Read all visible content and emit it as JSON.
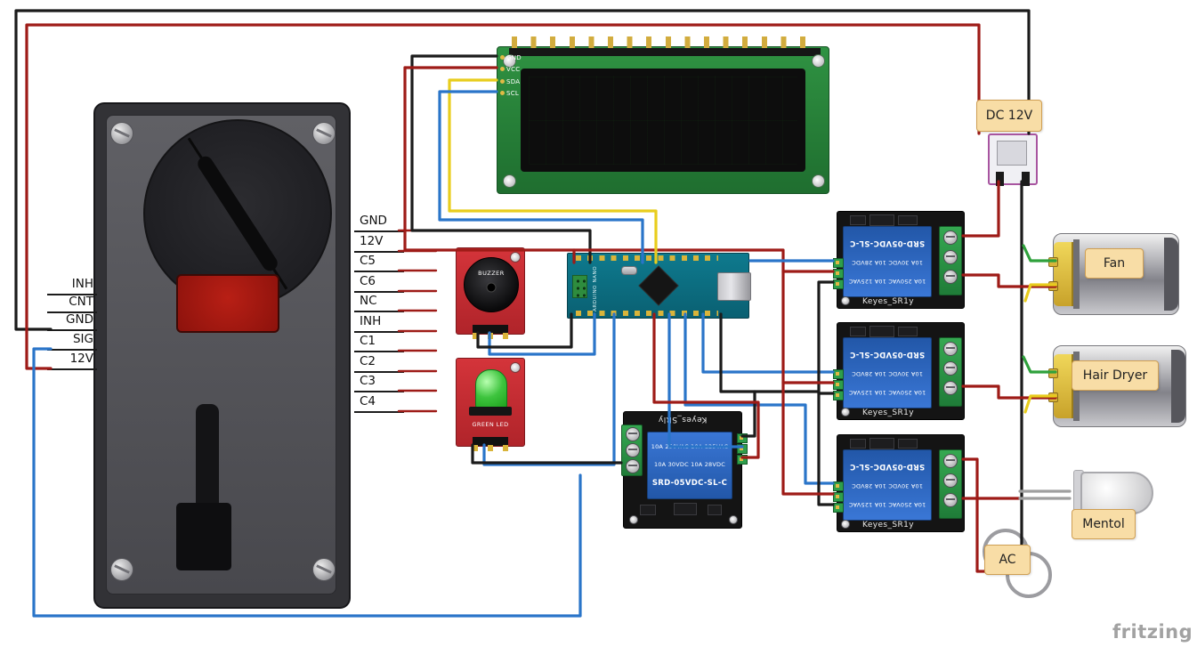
{
  "watermark": "fritzing",
  "colors": {
    "red": "#9e1b17",
    "black": "#1b1b1b",
    "blue": "#2a75c9",
    "yellow": "#e8cd1d",
    "green": "#2fa13c",
    "gray": "#9f9f9f"
  },
  "coin_acceptor": {
    "left_pins": [
      "INH",
      "CNT",
      "GND",
      "SIG",
      "12V"
    ],
    "right_pins": [
      "GND",
      "12V",
      "C5",
      "C6",
      "NC",
      "INH",
      "C1",
      "C2",
      "C3",
      "C4"
    ]
  },
  "lcd": {
    "pins": [
      "GND",
      "VCC",
      "SDA",
      "SCL"
    ]
  },
  "buzzer": {
    "label": "BUZZER"
  },
  "led_module": {
    "label": "GREEN LED"
  },
  "nano": {
    "label": "ARDUINO NANO"
  },
  "relay_center": {
    "title": "Keyes_SRly",
    "rating1": "10A 250VAC 10A 125VAC",
    "rating2": "10A 30VDC 10A 28VDC",
    "part": "SRD-05VDC-SL-C"
  },
  "relays_right": [
    {
      "title": "Keyes_SR1y",
      "part": "SRD-05VDC-SL-C",
      "rating1": "10A 250VAC 10A 125VAC",
      "rating2": "10A 30VDC 10A 28VDC"
    },
    {
      "title": "Keyes_SR1y",
      "part": "SRD-05VDC-SL-C",
      "rating1": "10A 250VAC 10A 125VAC",
      "rating2": "10A 30VDC 10A 28VDC"
    },
    {
      "title": "Keyes_SR1y",
      "part": "SRD-05VDC-SL-C",
      "rating1": "10A 250VAC 10A 125VAC",
      "rating2": "10A 30VDC 10A 28VDC"
    }
  ],
  "loads": {
    "dc12v": "DC 12V",
    "fan": "Fan",
    "hair_dryer": "Hair Dryer",
    "mentol": "Mentol",
    "ac": "AC"
  }
}
